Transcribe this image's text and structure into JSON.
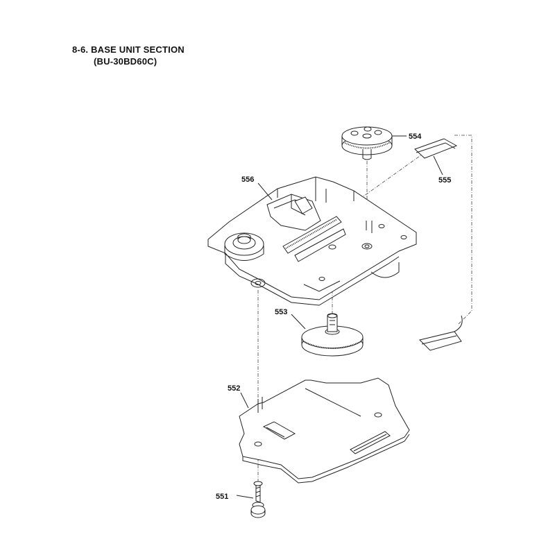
{
  "heading": {
    "title": "8-6. BASE UNIT SECTION",
    "model": "(BU-30BD60C)"
  },
  "callouts": {
    "p551": "551",
    "p552": "552",
    "p553": "553",
    "p554": "554",
    "p555": "555",
    "p556": "556"
  }
}
